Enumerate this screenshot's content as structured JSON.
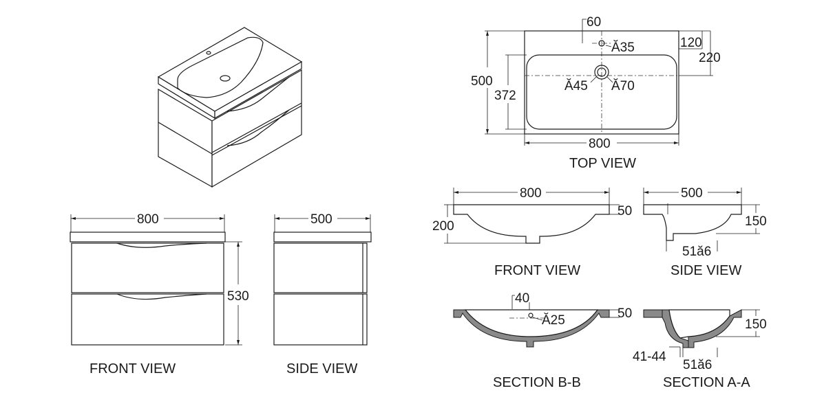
{
  "top_view": {
    "caption": "TOP VIEW",
    "dim_width": "800",
    "dim_depth": "500",
    "dim_inner_depth": "372",
    "dim_tap_offset_x": "60",
    "dim_tap_offset_y": "120",
    "dim_drain_offset_y": "220",
    "tap_hole": "Ă35",
    "drain_inner": "Ă45",
    "drain_outer": "Ă70"
  },
  "cabinet_front": {
    "caption": "FRONT VIEW",
    "dim_width": "800",
    "dim_height": "530"
  },
  "cabinet_side": {
    "caption": "SIDE VIEW",
    "dim_depth": "500"
  },
  "basin_front": {
    "caption": "FRONT VIEW",
    "dim_width": "800",
    "dim_height": "200",
    "dim_rim": "50"
  },
  "basin_side": {
    "caption": "SIDE VIEW",
    "dim_depth": "500",
    "dim_height": "150",
    "dim_drain": "51ă6"
  },
  "section_bb": {
    "caption": "SECTION B-B",
    "dim_offset": "40",
    "dim_rim": "50",
    "overflow_hole": "Ă25"
  },
  "section_aa": {
    "caption": "SECTION A-A",
    "dim_height": "150",
    "dim_wall": "41-44",
    "dim_drain": "51ă6"
  }
}
